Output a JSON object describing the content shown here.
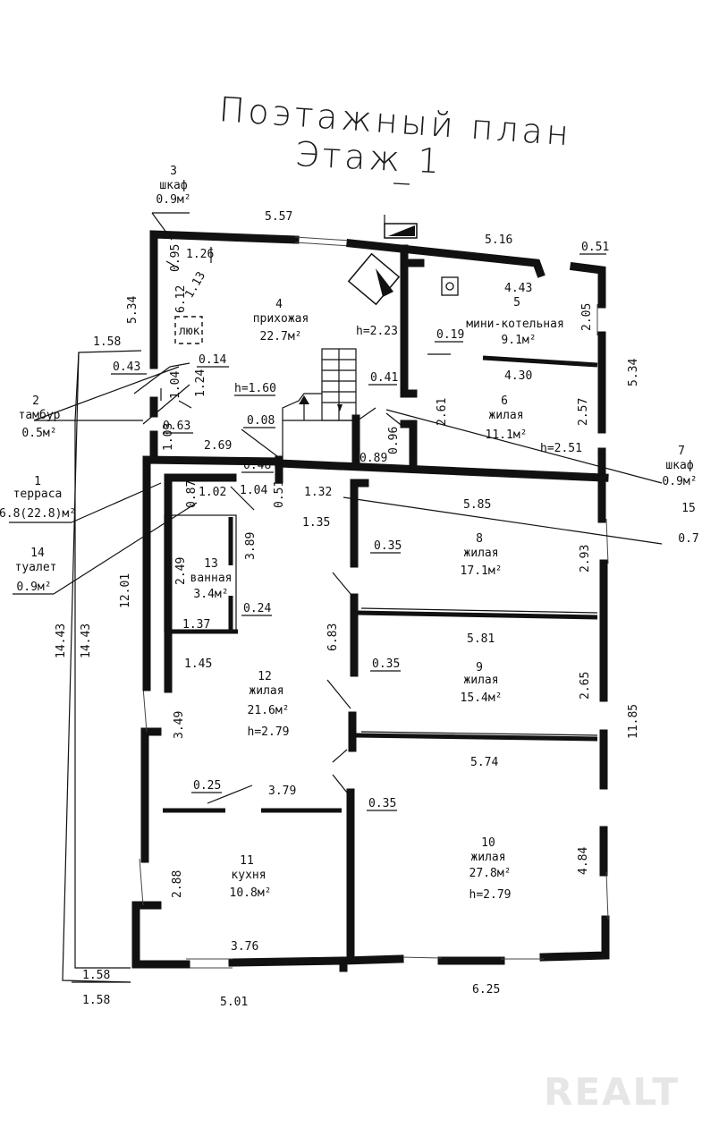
{
  "title": {
    "line1": "Поэтажный план",
    "line2": "Этаж 1"
  },
  "watermark": "REALT",
  "rooms": [
    {
      "num": "1",
      "name": "терраса",
      "area": "6.8(22.8)м²"
    },
    {
      "num": "2",
      "name": "тамбур",
      "area": "0.5м²"
    },
    {
      "num": "3",
      "name": "шкаф",
      "area": "0.9м²"
    },
    {
      "num": "4",
      "name": "прихожая",
      "area": "22.7м²",
      "height": "h=2.23"
    },
    {
      "num": "5",
      "name": "мини-котельная",
      "area": "9.1м²"
    },
    {
      "num": "6",
      "name": "жилая",
      "area": "11.1м²",
      "height": "h=2.51"
    },
    {
      "num": "7",
      "name": "шкаф",
      "area": "0.9м²"
    },
    {
      "num": "8",
      "name": "жилая",
      "area": "17.1м²"
    },
    {
      "num": "9",
      "name": "жилая",
      "area": "15.4м²"
    },
    {
      "num": "10",
      "name": "жилая",
      "area": "27.8м²",
      "height": "h=2.79"
    },
    {
      "num": "11",
      "name": "кухня",
      "area": "10.8м²"
    },
    {
      "num": "12",
      "name": "жилая",
      "area": "21.6м²",
      "height": "h=2.79"
    },
    {
      "num": "13",
      "name": "ванная",
      "area": "3.4м²"
    },
    {
      "num": "14",
      "name": "туалет",
      "area": "0.9м²"
    },
    {
      "num": "15",
      "name": "",
      "area": "0.7"
    }
  ],
  "hatch_label": "люк",
  "stair_height": "h=1.60",
  "dimensions": {
    "d557": "5.57",
    "d516": "5.16",
    "d051": "0.51",
    "d126": "1.26",
    "d095": "0.95",
    "d113": "1.13",
    "d612": "6.12",
    "d534a": "5.34",
    "d158a": "1.58",
    "d043": "0.43",
    "d014": "0.14",
    "d104a": "1.04",
    "d124": "1.24",
    "d063": "0.63",
    "d103": "1.03",
    "d443": "4.43",
    "d205": "2.05",
    "d534b": "5.34",
    "d019": "0.19",
    "d430": "4.30",
    "d041": "0.41",
    "d261": "2.61",
    "d257": "2.57",
    "d096": "0.96",
    "d008": "0.08",
    "d089": "0.89",
    "d269": "2.69",
    "d048": "0.48",
    "d102": "1.02",
    "d087": "0.87",
    "d104b": "1.04",
    "d051b": "0.51",
    "d132": "1.32",
    "d135": "1.35",
    "d585": "5.85",
    "d035a": "0.35",
    "d293": "2.93",
    "d389": "3.89",
    "d249": "2.49",
    "d024": "0.24",
    "d137": "1.37",
    "d145": "1.45",
    "d1201": "12.01",
    "d1443a": "14.43",
    "d1443b": "14.43",
    "d683": "6.83",
    "d581": "5.81",
    "d035b": "0.35",
    "d265": "2.65",
    "d1185": "11.85",
    "d349": "3.49",
    "d574": "5.74",
    "d025": "0.25",
    "d379": "3.79",
    "d035c": "0.35",
    "d484": "4.84",
    "d288": "2.88",
    "d376": "3.76",
    "d158b": "1.58",
    "d158c": "1.58",
    "d501": "5.01",
    "d625": "6.25"
  }
}
